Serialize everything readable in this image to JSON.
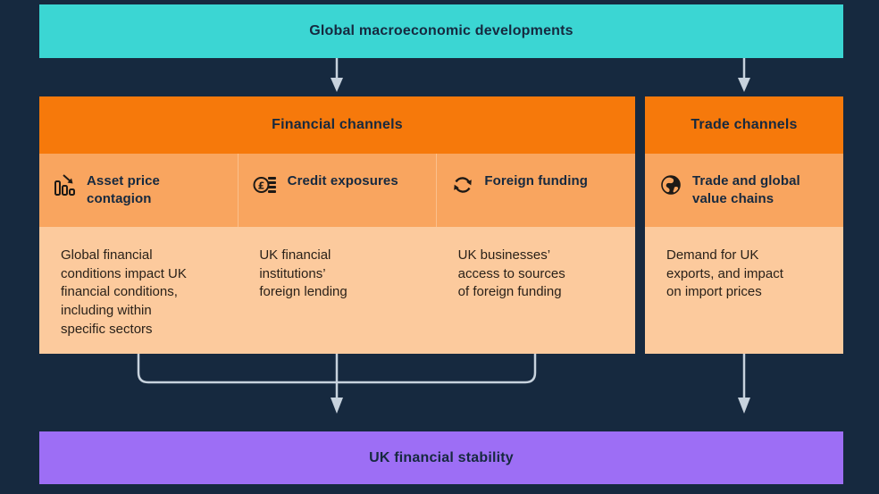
{
  "palette": {
    "background": "#16293F",
    "teal_banner": "#3BD6D3",
    "orange_header": "#F6790B",
    "orange_subheader": "#F9A55F",
    "peach_body": "#FCCA9D",
    "purple_banner": "#9D6EF5",
    "arrow_gray": "#C7D2DD",
    "dark_text": "#16293F"
  },
  "top_banner": {
    "label": "Global macroeconomic developments"
  },
  "financial_channels": {
    "title": "Financial channels",
    "columns": [
      {
        "icon": "declining-bar-chart-icon",
        "heading": "Asset price\ncontagion",
        "body": "Global financial\nconditions impact UK\nfinancial conditions,\nincluding within\nspecific sectors"
      },
      {
        "icon": "pound-coins-icon",
        "heading": "Credit exposures",
        "body": "UK financial\ninstitutions’\nforeign lending"
      },
      {
        "icon": "refresh-cycle-icon",
        "heading": "Foreign funding",
        "body": "UK businesses’\naccess to sources\nof foreign funding"
      }
    ]
  },
  "trade_channels": {
    "title": "Trade channels",
    "columns": [
      {
        "icon": "globe-icon",
        "heading": "Trade and global\nvalue chains",
        "body": "Demand for UK\nexports, and impact\non import prices"
      }
    ]
  },
  "bottom_banner": {
    "label": "UK financial stability"
  }
}
